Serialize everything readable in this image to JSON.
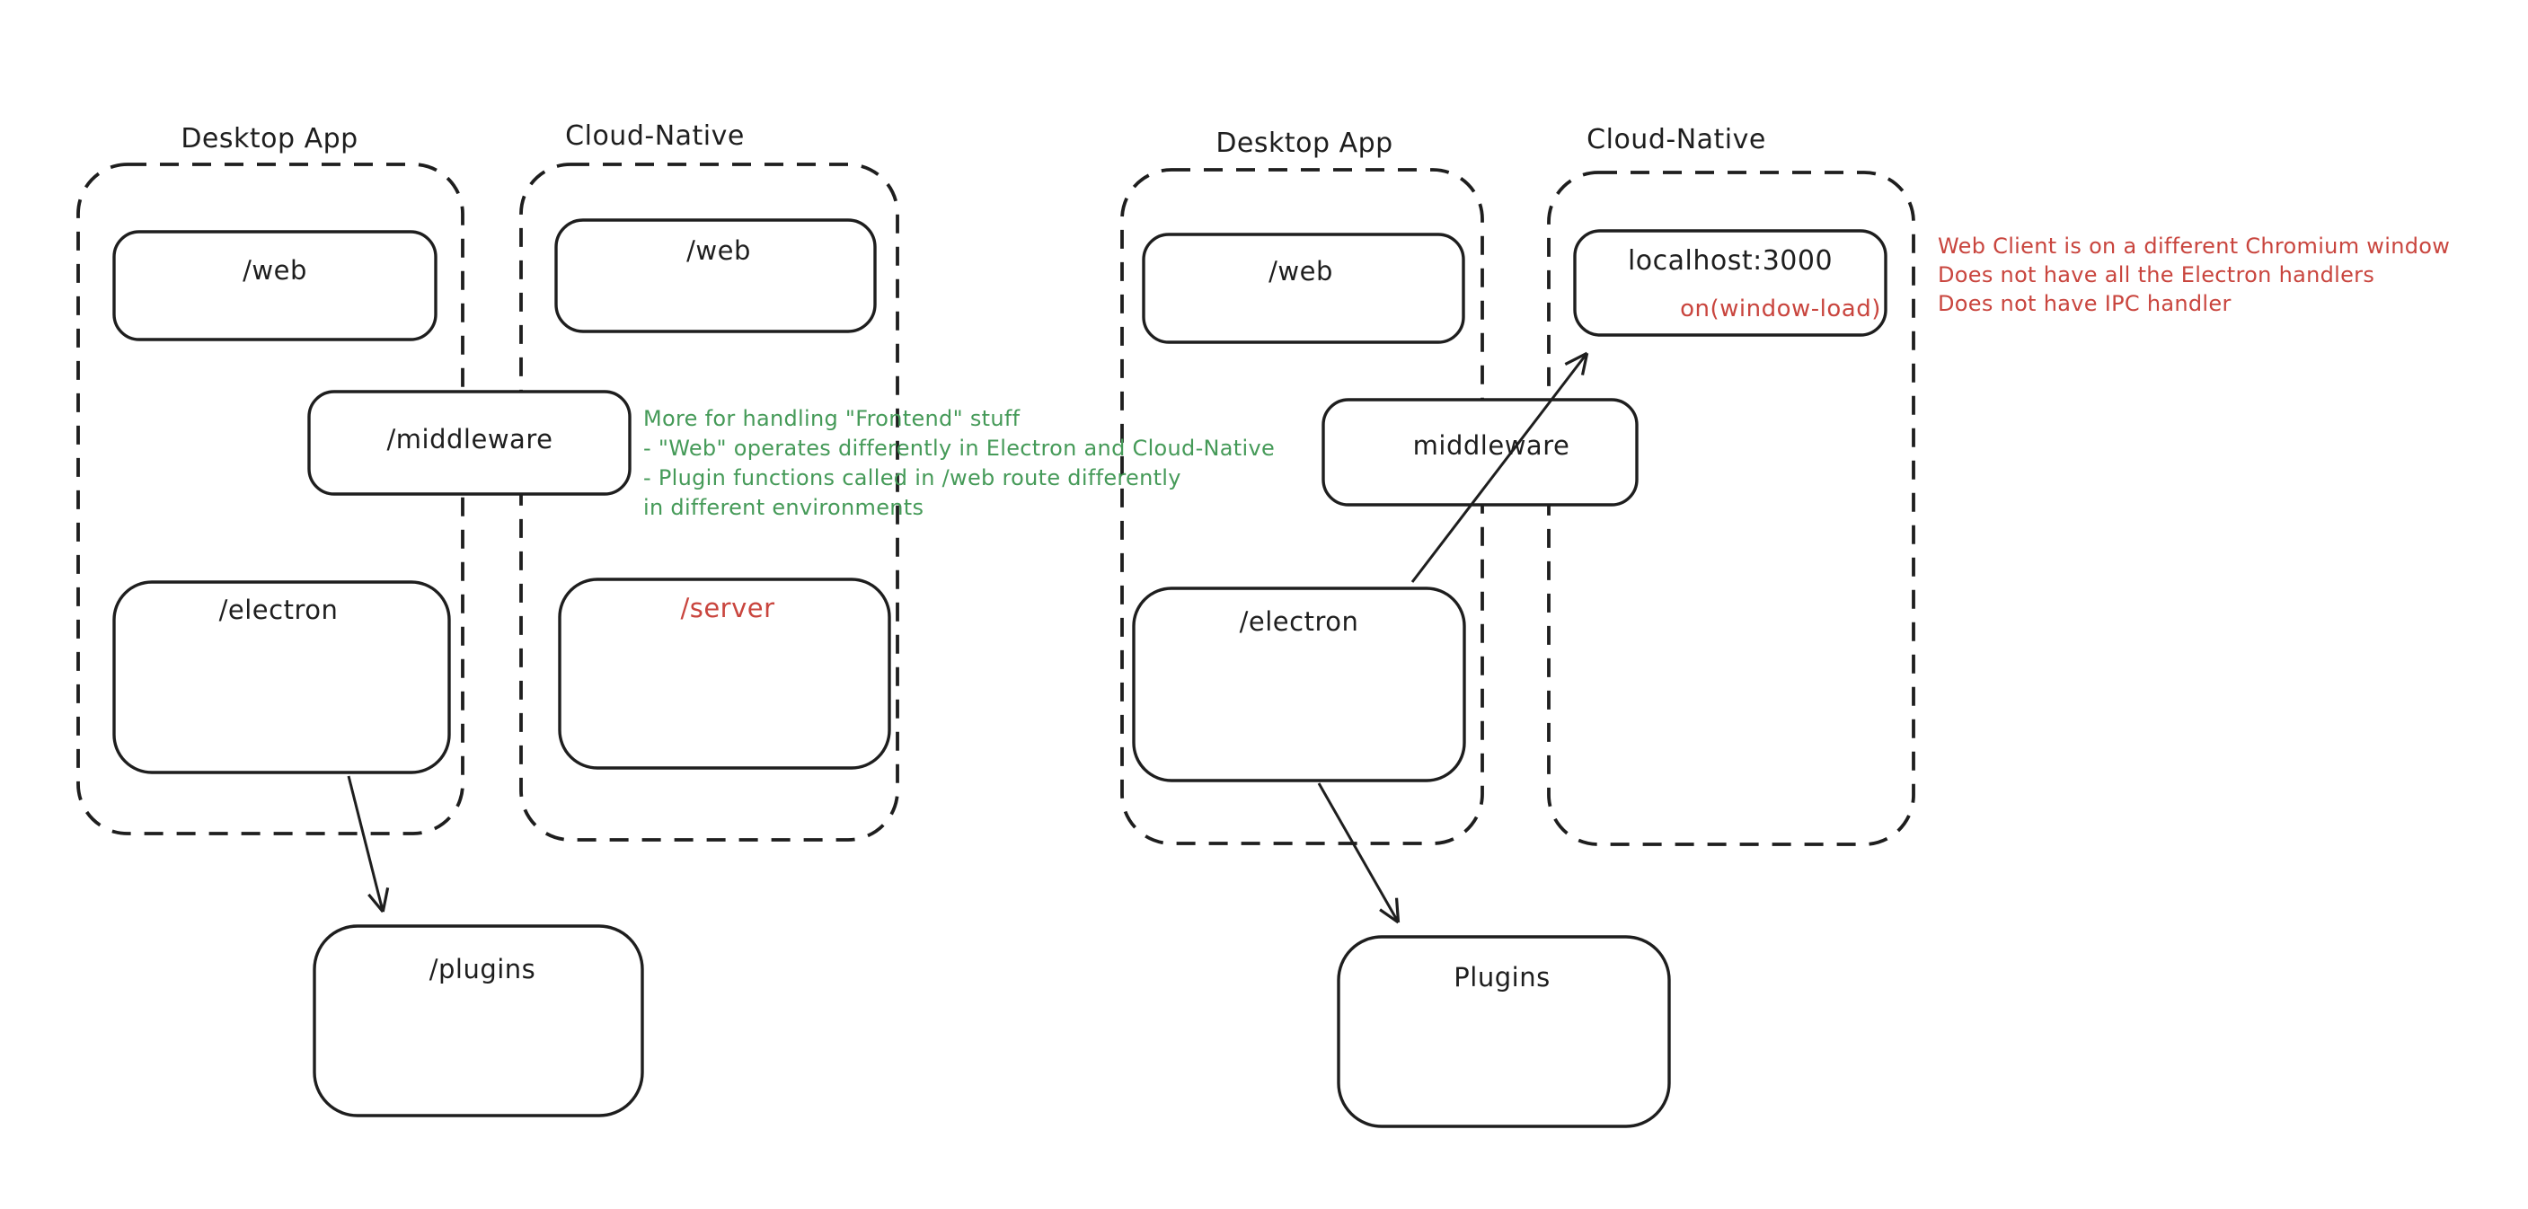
{
  "colors": {
    "ink": "#1e1e1e",
    "red": "#c9453e",
    "green": "#459a58",
    "background": "#ffffff"
  },
  "left_diagram": {
    "desktop_container_label": "Desktop App",
    "cloud_container_label": "Cloud-Native",
    "desktop_web_box": "/web",
    "cloud_web_box": "/web",
    "middleware_box": "/middleware",
    "electron_box": "/electron",
    "server_box": "/server",
    "plugins_box": "/plugins",
    "green_note_lines": [
      "More for handling \"Frontend\" stuff",
      "- \"Web\" operates differently in Electron and Cloud-Native",
      "- Plugin functions called in /web route differently",
      "in different environments"
    ]
  },
  "right_diagram": {
    "desktop_container_label": "Desktop App",
    "cloud_container_label": "Cloud-Native",
    "web_box": "/web",
    "localhost_box": "localhost:3000",
    "localhost_event": "on(window-load)",
    "middleware_box": "middleware",
    "electron_box": "/electron",
    "plugins_box": "Plugins",
    "red_note_lines": [
      "Web Client is on a different Chromium window",
      "Does not have all the Electron handlers",
      "Does not have IPC handler"
    ]
  }
}
